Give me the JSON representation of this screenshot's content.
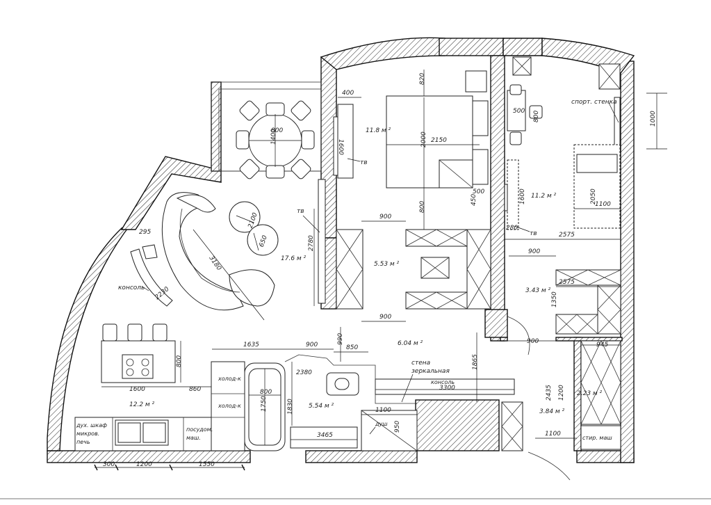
{
  "rooms": [
    {
      "id": "bedroom",
      "area": "11.8 м ²"
    },
    {
      "id": "living",
      "area": "17.6 м ²"
    },
    {
      "id": "hall",
      "area": "5.53 м ²"
    },
    {
      "id": "room2",
      "area": "11.2 м ²"
    },
    {
      "id": "corridor",
      "area": "3.43 м ²"
    },
    {
      "id": "kitchen",
      "area": "12.2 м ²"
    },
    {
      "id": "bath",
      "area": "5.54 м ²"
    },
    {
      "id": "entry",
      "area": "6.04 м ²"
    },
    {
      "id": "closet1",
      "area": "2.23 м ²"
    },
    {
      "id": "closet2",
      "area": "3.84 м ²"
    }
  ],
  "labels": {
    "tv1": "тв",
    "tv2": "тв",
    "tv3": "тв",
    "sport_wall": "спорт. стенка",
    "console1": "консоль",
    "console2": "консоль",
    "wall_mirror_1": "стена",
    "wall_mirror_2": "зеркальная",
    "shower": "душ",
    "fridge1": "холод-к",
    "fridge2": "холод-к",
    "oven1": "дух. шкаф",
    "oven2": "микров.",
    "oven3": "печь",
    "dishwasher1": "посудом.",
    "dishwasher2": "маш.",
    "washer": "стир. маш"
  },
  "dimensions": {
    "d820": "820",
    "d400": "400",
    "d2000": "2000",
    "d2150": "2150",
    "d1600a": "1600",
    "d500a": "500",
    "d450": "450",
    "d800a": "800",
    "d900a": "900",
    "d800t": "800",
    "d1400": "1400",
    "d2100": "2100",
    "d650": "650",
    "d3180": "3180",
    "d2780": "2780",
    "d295": "295",
    "d2230": "2230",
    "d900b": "900",
    "d500b": "500",
    "d800c": "800",
    "d1000": "1000",
    "d1600b": "1600",
    "d280": "280",
    "d2050": "2050",
    "d1100a": "1100",
    "d2575a": "2575",
    "d900c": "900",
    "d2575b": "2575",
    "d1350": "1350",
    "d900d": "900",
    "d945": "945",
    "d2435": "2435",
    "d1200a": "1200",
    "d1100b": "1100",
    "d990": "990",
    "d1635": "1635",
    "d900e": "900",
    "d850": "850",
    "d800d": "800",
    "d1600c": "1600",
    "d860": "860",
    "d2380": "2380",
    "d800e": "800",
    "d1750": "1750",
    "d1830": "1830",
    "d1865": "1865",
    "d3300": "3300",
    "d1100c": "1100",
    "d950": "950",
    "d3465": "3465",
    "d300": "300",
    "d1200b": "1200",
    "d1550": "1550"
  }
}
